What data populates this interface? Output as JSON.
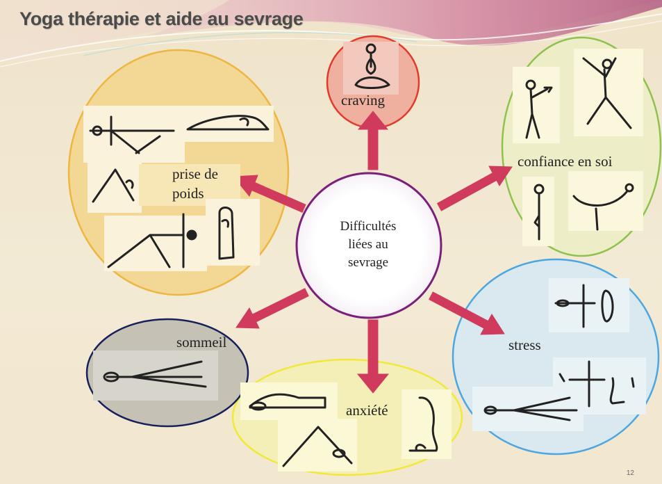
{
  "slide": {
    "title": "Yoga thérapie et aide au sevrage",
    "page_number": "12"
  },
  "center": {
    "label_lines": [
      "Difficultés",
      "liées au",
      "sevrage"
    ]
  },
  "nodes": {
    "craving": "craving",
    "confiance": "confiance en soi",
    "prise_line1": "prise de",
    "prise_line2": "poids",
    "stress": "stress",
    "anxiete": "anxiété",
    "sommeil": "sommeil"
  },
  "colors": {
    "arrow": "#d03a5c",
    "craving_fill": "#efb0a0",
    "craving_stroke": "#e23a2a",
    "confiance_fill": "#edeec8",
    "confiance_stroke": "#8ec24c",
    "prise_fill": "#f4d792",
    "prise_stroke": "#efb33a",
    "stress_fill": "#d9e9ef",
    "stress_stroke": "#4ba6e2",
    "anxiete_fill": "#f3efb6",
    "anxiete_stroke": "#f0e93a",
    "sommeil_fill": "#c5c1b4",
    "sommeil_stroke": "#16205a"
  }
}
